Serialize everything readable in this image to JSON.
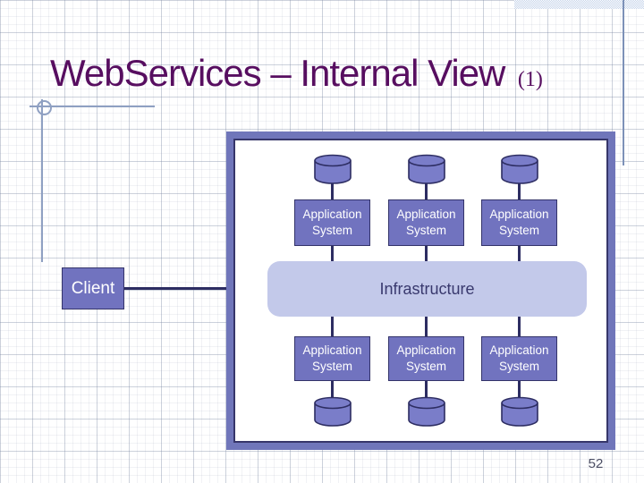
{
  "slide": {
    "title": "WebServices – Internal View",
    "title_suffix": "(1)",
    "page_number": "52"
  },
  "diagram": {
    "client": {
      "label": "Client"
    },
    "infrastructure": {
      "label": "Infrastructure"
    },
    "top_units": [
      {
        "label": "Application\nSystem"
      },
      {
        "label": "Application\nSystem"
      },
      {
        "label": "Application\nSystem"
      }
    ],
    "bottom_units": [
      {
        "label": "Application\nSystem"
      },
      {
        "label": "Application\nSystem"
      },
      {
        "label": "Application\nSystem"
      }
    ]
  },
  "colors": {
    "title": "#570e60",
    "accent_line": "#8fa0c2",
    "band": "#c6d4ea",
    "right_line": "#7d91b8",
    "unit_fill": "#7173bf",
    "unit_border": "#34346a",
    "cylinder_fill": "#7a7dc9",
    "connector": "#2d2d62",
    "frame_fill": "#7076ba",
    "frame_line": "#36366a",
    "infrastructure_fill": "#c3c9ea",
    "infrastructure_text": "#39396e",
    "page_number_color": "#4b4d63"
  }
}
